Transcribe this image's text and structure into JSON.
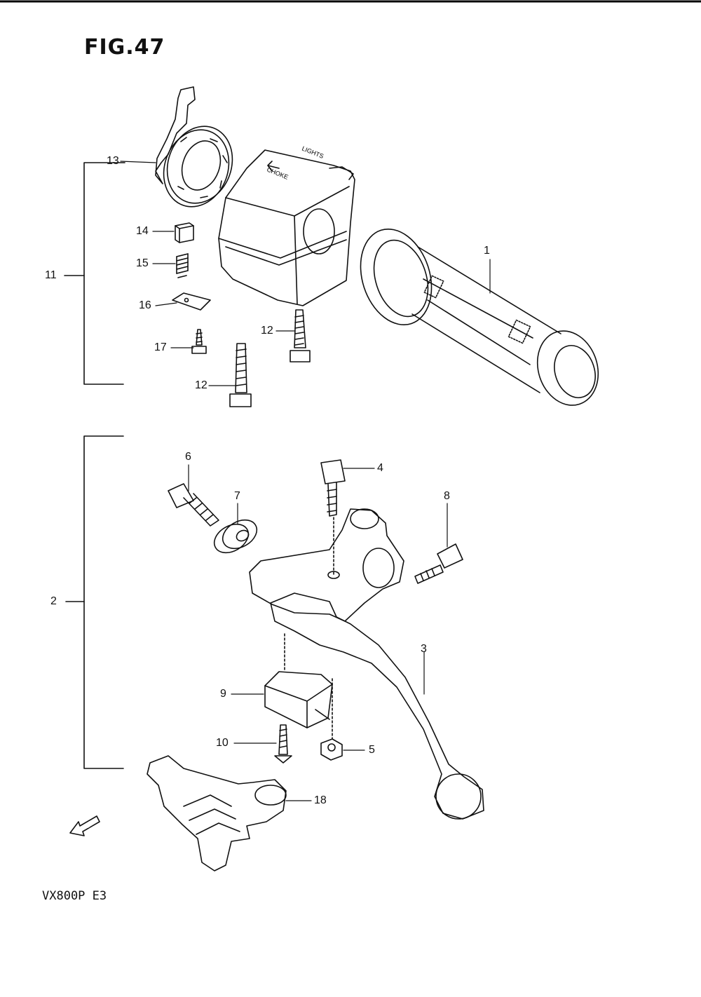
{
  "figure": {
    "title": "FIG.47",
    "model": "VX800P  E3"
  },
  "switch_text": {
    "choke": "CHOKE",
    "lights": "LIGHTS"
  },
  "fwd_text": "FWD",
  "callouts": [
    "1",
    "2",
    "3",
    "4",
    "5",
    "6",
    "7",
    "8",
    "9",
    "10",
    "11",
    "12",
    "12",
    "13",
    "14",
    "15",
    "16",
    "17",
    "18"
  ]
}
